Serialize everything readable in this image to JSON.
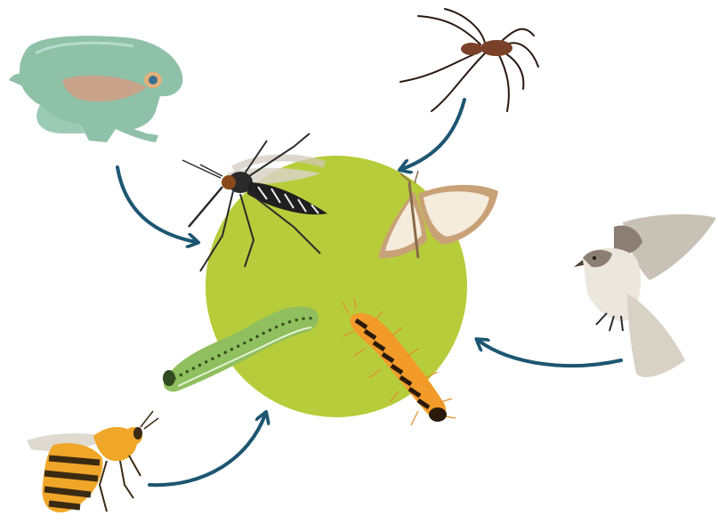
{
  "diagram": {
    "center_prey": [
      {
        "name": "mosquito-icon"
      },
      {
        "name": "moth-icon"
      },
      {
        "name": "green-caterpillar-icon"
      },
      {
        "name": "hairy-caterpillar-icon"
      }
    ],
    "predators": [
      {
        "name": "frog-icon"
      },
      {
        "name": "spider-icon"
      },
      {
        "name": "bird-icon"
      },
      {
        "name": "wasp-icon"
      }
    ],
    "arrows": [
      {
        "from": "frog-icon",
        "to": "center-circle"
      },
      {
        "from": "spider-icon",
        "to": "center-circle"
      },
      {
        "from": "bird-icon",
        "to": "center-circle"
      },
      {
        "from": "wasp-icon",
        "to": "center-circle"
      }
    ],
    "colors": {
      "circle": "#b7cc3a",
      "arrow": "#1d5672",
      "frog": "#8fc1a9",
      "frog_belly": "#c9a28a",
      "spider_body": "#7a4128",
      "bird_wing": "#c8c2b6",
      "bird_body": "#8a7f72",
      "wasp_yellow": "#f0a629",
      "wasp_dark": "#3a2a12",
      "moth_wing": "#e9ddc6",
      "moth_edge": "#c9a177",
      "caterpillar_green": "#8fbf5e",
      "caterpillar_orange": "#f29b2a"
    }
  }
}
